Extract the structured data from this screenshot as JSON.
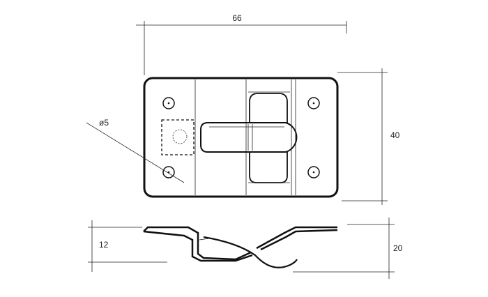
{
  "dimensions": {
    "width": "66",
    "height": "40",
    "hole": "ø5",
    "side_left": "12",
    "side_right": "20"
  },
  "colors": {
    "line": "#111111",
    "background": "#ffffff"
  }
}
